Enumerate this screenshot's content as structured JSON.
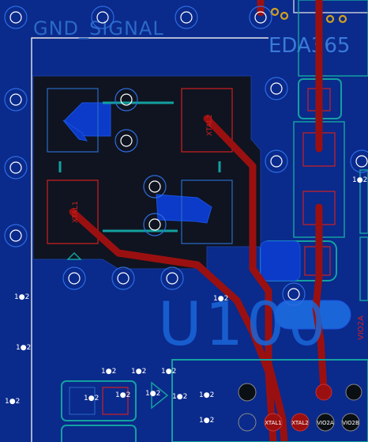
{
  "colors": {
    "ground_plane": "#0a2a8c",
    "board_outline": "#e8e8e8",
    "keepout_fill": "#0f1420",
    "top_copper": "#9a1010",
    "bottom_copper": "#0b3bc8",
    "silkscreen_top": "#d02020",
    "silkscreen_blue": "#2a6ac8",
    "teal": "#14a0a0",
    "via_ring": "#2e6de0",
    "pad_orange": "#d0a020"
  },
  "labels": {
    "net_region": "GND_SIGNAL",
    "watermark": "EDA365",
    "designator": "U100",
    "xtal_top_right": "XTAL2",
    "xtal_left": "XTAL1",
    "vio_side": "VIO2A",
    "pad_xtal1": "XTAL1",
    "pad_xtal2": "XTAL2",
    "pad_vio2a": "VIO2A",
    "pad_vio2b": "VIO2B",
    "net": "1●2"
  },
  "net_label_count": 14,
  "icons": [
    "via-icon",
    "pad-icon",
    "triangle-marker-icon"
  ]
}
